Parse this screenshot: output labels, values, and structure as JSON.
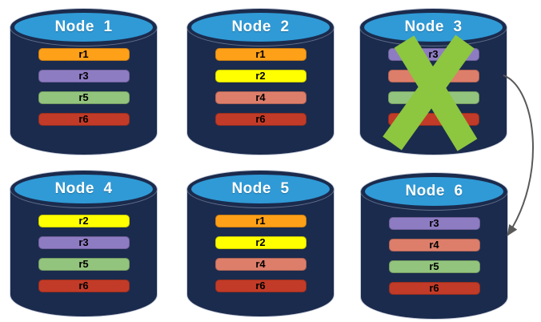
{
  "diagram": {
    "background": "#FFFFFF",
    "arrow": {
      "from": "Node 3",
      "to": "Node 6"
    }
  },
  "colors": {
    "cylinder_body": "#1B2B4D",
    "cylinder_top": "#2F9AD6",
    "title_text": "#FFFFFF",
    "bar_text": "#000000",
    "failed_x": "#8DC63F",
    "arrow": "#595959",
    "replicas": {
      "r1": "#FFA019",
      "r2": "#FFFF00",
      "r3": "#8E7CC3",
      "r4": "#DD7E6B",
      "r5": "#93C47D",
      "r6": "#C23B28"
    }
  },
  "nodes": [
    {
      "id": "node-1",
      "title": "Node  1",
      "failed": false,
      "replicas": [
        {
          "label": "r1",
          "color": "r1"
        },
        {
          "label": "r3",
          "color": "r3"
        },
        {
          "label": "r5",
          "color": "r5"
        },
        {
          "label": "r6",
          "color": "r6"
        }
      ]
    },
    {
      "id": "node-2",
      "title": "Node  2",
      "failed": false,
      "replicas": [
        {
          "label": "r1",
          "color": "r1"
        },
        {
          "label": "r2",
          "color": "r2"
        },
        {
          "label": "r4",
          "color": "r4"
        },
        {
          "label": "r6",
          "color": "r6"
        }
      ]
    },
    {
      "id": "node-3",
      "title": "Node  3",
      "failed": true,
      "replicas": [
        {
          "label": "r3",
          "color": "r3"
        },
        {
          "label": "",
          "color": "r4"
        },
        {
          "label": "",
          "color": "r5"
        },
        {
          "label": "",
          "color": "r6"
        }
      ]
    },
    {
      "id": "node-4",
      "title": "Node  4",
      "failed": false,
      "replicas": [
        {
          "label": "r2",
          "color": "r2"
        },
        {
          "label": "r3",
          "color": "r3"
        },
        {
          "label": "r5",
          "color": "r5"
        },
        {
          "label": "r6",
          "color": "r6"
        }
      ]
    },
    {
      "id": "node-5",
      "title": "Node  5",
      "failed": false,
      "replicas": [
        {
          "label": "r1",
          "color": "r1"
        },
        {
          "label": "r2",
          "color": "r2"
        },
        {
          "label": "r4",
          "color": "r4"
        },
        {
          "label": "r6",
          "color": "r6"
        }
      ]
    },
    {
      "id": "node-6",
      "title": "Node  6",
      "failed": false,
      "replicas": [
        {
          "label": "r3",
          "color": "r3"
        },
        {
          "label": "r4",
          "color": "r4"
        },
        {
          "label": "r5",
          "color": "r5"
        },
        {
          "label": "r6",
          "color": "r6"
        }
      ]
    }
  ]
}
